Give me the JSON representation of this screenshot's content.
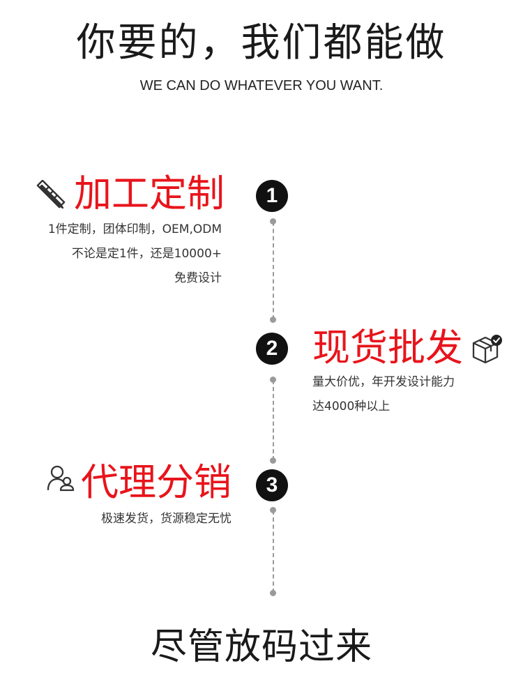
{
  "header": {
    "title": "你要的，我们都能做",
    "subtitle": "WE CAN DO WHATEVER YOU WANT."
  },
  "steps": [
    {
      "number": "1",
      "title": "加工定制",
      "icon": "pencil-ruler-icon",
      "lines": [
        "1件定制，团体印制，OEM,ODM",
        "不论是定1件，还是10000+",
        "免费设计"
      ]
    },
    {
      "number": "2",
      "title": "现货批发",
      "icon": "package-check-icon",
      "lines": [
        "量大价优，年开发设计能力",
        "达4000种以上"
      ]
    },
    {
      "number": "3",
      "title": "代理分销",
      "icon": "users-icon",
      "lines": [
        "极速发货，货源稳定无忧"
      ]
    }
  ],
  "footer": {
    "text": "尽管放码过来"
  },
  "colors": {
    "accent": "#e8141b",
    "badge": "#111111",
    "timeline": "#9a9a9a"
  }
}
